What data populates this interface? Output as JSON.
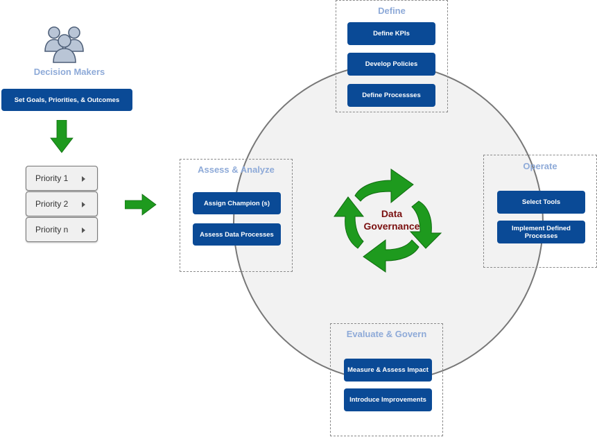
{
  "decision_makers": {
    "label": "Decision Makers",
    "icon": "people-group-icon",
    "goals_label": "Set Goals,  Priorities, & Outcomes",
    "priorities": [
      "Priority 1",
      "Priority 2",
      "Priority n"
    ]
  },
  "center": {
    "line1": "Data",
    "line2": "Governance",
    "icon": "cycle-arrows-icon"
  },
  "stages": {
    "define": {
      "title": "Define",
      "items": [
        "Define  KPIs",
        "Develop Policies",
        "Define Processses"
      ]
    },
    "assess": {
      "title": "Assess & Analyze",
      "items": [
        "Assign Champion (s)",
        "Assess Data Processes"
      ]
    },
    "operate": {
      "title": "Operate",
      "items": [
        "Select Tools",
        "Implement Defined Processes"
      ]
    },
    "evaluate": {
      "title": "Evaluate & Govern",
      "items": [
        "Measure & Assess Impact",
        "Introduce Improvements"
      ]
    }
  },
  "colors": {
    "button_blue": "#0a4a96",
    "title_light_blue": "#8eaad8",
    "arrow_green": "#1e9a1e",
    "center_text": "#7a1010",
    "circle_fill": "#f2f2f2"
  }
}
